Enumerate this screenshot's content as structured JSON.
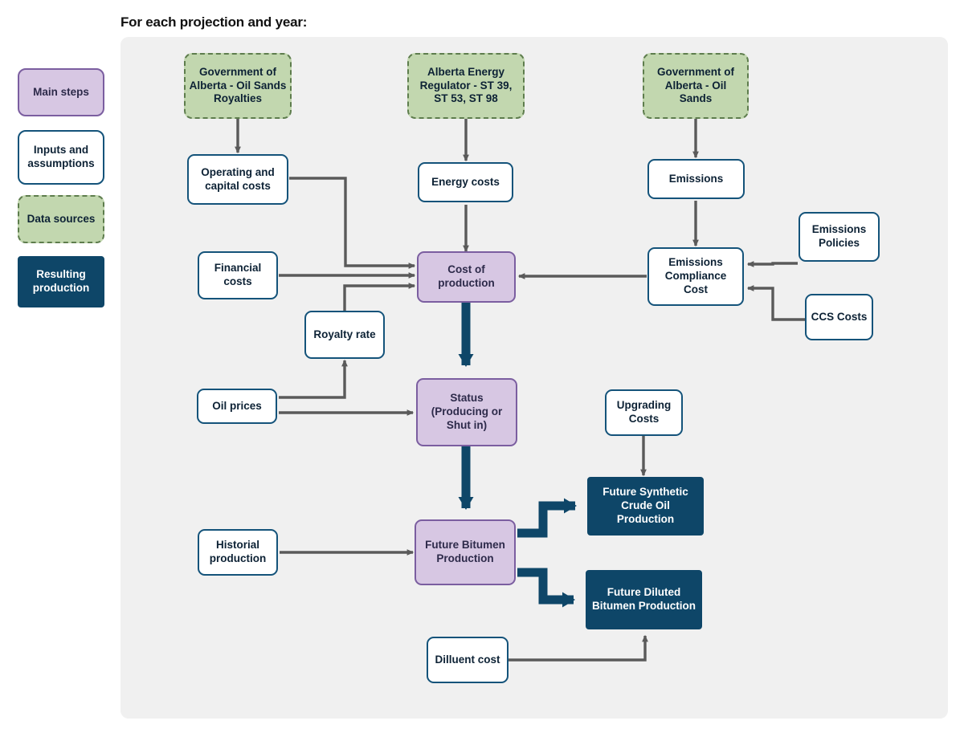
{
  "header": {
    "title": "For each projection and year:"
  },
  "colors": {
    "panel_background": "#f0f0f0",
    "main_step_fill": "#d7c7e3",
    "main_step_border": "#7b5ea0",
    "input_fill": "#ffffff",
    "input_border": "#14537a",
    "data_source_fill": "#c2d7af",
    "data_source_border": "#5e7d4d",
    "result_fill": "#0e4668",
    "result_text": "#ffffff",
    "thin_arrow": "#5a5a5a",
    "thick_arrow": "#0e4668"
  },
  "legend": {
    "items": [
      {
        "label": "Main steps",
        "type": "main-step"
      },
      {
        "label": "Inputs and assumptions",
        "type": "input"
      },
      {
        "label": "Data sources",
        "type": "data-source"
      },
      {
        "label": "Resulting production",
        "type": "result"
      }
    ]
  },
  "nodes": {
    "gov_oil_sands_royalties": "Government of Alberta - Oil Sands Royalties",
    "alberta_energy_regulator": "Alberta Energy Regulator - ST 39, ST 53, ST 98",
    "gov_oil_sands": "Government of Alberta - Oil Sands",
    "operating_capital_costs": "Operating and capital costs",
    "energy_costs": "Energy costs",
    "emissions": "Emissions",
    "financial_costs": "Financial costs",
    "cost_of_production": "Cost of production",
    "emissions_compliance_cost": "Emissions Compliance Cost",
    "emissions_policies": "Emissions Policies",
    "ccs_costs": "CCS Costs",
    "royalty_rate": "Royalty rate",
    "oil_prices": "Oil prices",
    "status": "Status (Producing or Shut in)",
    "upgrading_costs": "Upgrading Costs",
    "historical_production": "Historial production",
    "future_bitumen_production": "Future Bitumen Production",
    "future_synthetic_crude": "Future Synthetic Crude Oil Production",
    "future_diluted_bitumen": "Future Diluted Bitumen Production",
    "dilluent_cost": "Dilluent cost"
  },
  "flow": {
    "edges": [
      {
        "from": "gov_oil_sands_royalties",
        "to": "operating_capital_costs",
        "style": "thin"
      },
      {
        "from": "alberta_energy_regulator",
        "to": "energy_costs",
        "style": "thin"
      },
      {
        "from": "gov_oil_sands",
        "to": "emissions",
        "style": "thin"
      },
      {
        "from": "operating_capital_costs",
        "to": "cost_of_production",
        "style": "thin"
      },
      {
        "from": "energy_costs",
        "to": "cost_of_production",
        "style": "thin"
      },
      {
        "from": "financial_costs",
        "to": "cost_of_production",
        "style": "thin"
      },
      {
        "from": "royalty_rate",
        "to": "cost_of_production",
        "style": "thin"
      },
      {
        "from": "emissions",
        "to": "emissions_compliance_cost",
        "style": "thin"
      },
      {
        "from": "emissions_policies",
        "to": "emissions_compliance_cost",
        "style": "thin"
      },
      {
        "from": "ccs_costs",
        "to": "emissions_compliance_cost",
        "style": "thin"
      },
      {
        "from": "emissions_compliance_cost",
        "to": "cost_of_production",
        "style": "thin"
      },
      {
        "from": "oil_prices",
        "to": "royalty_rate",
        "style": "thin"
      },
      {
        "from": "oil_prices",
        "to": "status",
        "style": "thin"
      },
      {
        "from": "cost_of_production",
        "to": "status",
        "style": "thick"
      },
      {
        "from": "status",
        "to": "future_bitumen_production",
        "style": "thick"
      },
      {
        "from": "historical_production",
        "to": "future_bitumen_production",
        "style": "thin"
      },
      {
        "from": "future_bitumen_production",
        "to": "future_synthetic_crude",
        "style": "thick"
      },
      {
        "from": "future_bitumen_production",
        "to": "future_diluted_bitumen",
        "style": "thick"
      },
      {
        "from": "upgrading_costs",
        "to": "future_synthetic_crude",
        "style": "thin"
      },
      {
        "from": "dilluent_cost",
        "to": "future_diluted_bitumen",
        "style": "thin"
      }
    ]
  }
}
